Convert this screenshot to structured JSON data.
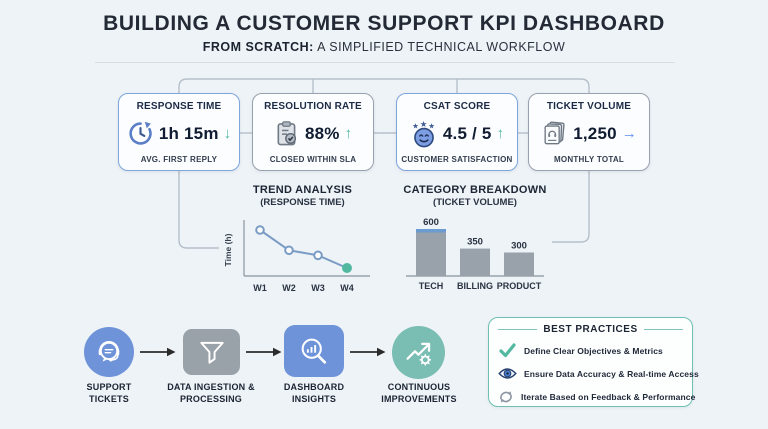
{
  "header": {
    "title": "BUILDING A CUSTOMER SUPPORT KPI DASHBOARD",
    "subtitle_bold": "FROM SCRATCH:",
    "subtitle_rest": " A SIMPLIFIED TECHNICAL WORKFLOW"
  },
  "kpi_cards": [
    {
      "title": "RESPONSE TIME",
      "value": "1h 15m",
      "trend_glyph": "↓",
      "trend_meaning": "down-good",
      "subtitle": "AVG. FIRST REPLY",
      "icon": "clock-refresh-icon",
      "accent_color": "#7ea6dd"
    },
    {
      "title": "RESOLUTION RATE",
      "value": "88%",
      "trend_glyph": "↑",
      "trend_meaning": "up-good",
      "subtitle": "CLOSED WITHIN SLA",
      "icon": "clipboard-check-icon",
      "accent_color": "#98a2ae"
    },
    {
      "title": "CSAT SCORE",
      "value": "4.5 / 5",
      "trend_glyph": "↑",
      "trend_meaning": "up-good",
      "subtitle": "CUSTOMER SATISFACTION",
      "icon": "smiley-stars-icon",
      "accent_color": "#7ea6dd"
    },
    {
      "title": "TICKET VOLUME",
      "value": "1,250",
      "trend_glyph": "→",
      "trend_meaning": "steady",
      "subtitle": "MONTHLY TOTAL",
      "icon": "ticket-stack-icon",
      "accent_color": "#98a2ae"
    }
  ],
  "trend_colors": {
    "teal": "#4db8a4",
    "blue": "#5c8df2"
  },
  "chart_data": [
    {
      "type": "line",
      "title": "TREND ANALYSIS",
      "subtitle": "(RESPONSE TIME)",
      "ylabel": "Time (h)",
      "xlabel": "",
      "categories": [
        "W1",
        "W2",
        "W3",
        "W4"
      ],
      "values": [
        2.0,
        1.6,
        1.5,
        1.25
      ],
      "line_color": "#7a9cc4",
      "marker_fill": "#fdfdfe",
      "last_marker_color": "#52b9a0",
      "grid": false,
      "legend": "none"
    },
    {
      "type": "bar",
      "title": "CATEGORY BREAKDOWN",
      "subtitle": "(TICKET VOLUME)",
      "categories": [
        "TECH",
        "BILLING",
        "PRODUCT"
      ],
      "values": [
        600,
        350,
        300
      ],
      "bar_color": "#99a1ab",
      "cap": {
        "category": "TECH",
        "color": "#6b9bd1"
      },
      "grid": false,
      "legend": "none"
    }
  ],
  "workflow": {
    "steps": [
      {
        "label": "SUPPORT TICKETS",
        "icon": "headset-chat-icon",
        "shape": "circle",
        "color": "#6e93d9"
      },
      {
        "label": "DATA INGESTION & PROCESSING",
        "icon": "funnel-icon",
        "shape": "square",
        "color": "#99a1a9"
      },
      {
        "label": "DASHBOARD INSIGHTS",
        "icon": "magnifier-chart-icon",
        "shape": "square",
        "color": "#6e93d9"
      },
      {
        "label": "CONTINUOUS IMPROVEMENTS",
        "icon": "growth-gear-icon",
        "shape": "circle",
        "color": "#79bdb3"
      }
    ]
  },
  "best_practices": {
    "title": "BEST PRACTICES",
    "items": [
      {
        "icon": "check-icon",
        "text": "Define Clear Objectives & Metrics"
      },
      {
        "icon": "eye-icon",
        "text": "Ensure Data Accuracy & Real-time Access"
      },
      {
        "icon": "refresh-icon",
        "text": "Iterate Based on Feedback & Performance"
      }
    ],
    "border_color": "#6fbfb4"
  }
}
